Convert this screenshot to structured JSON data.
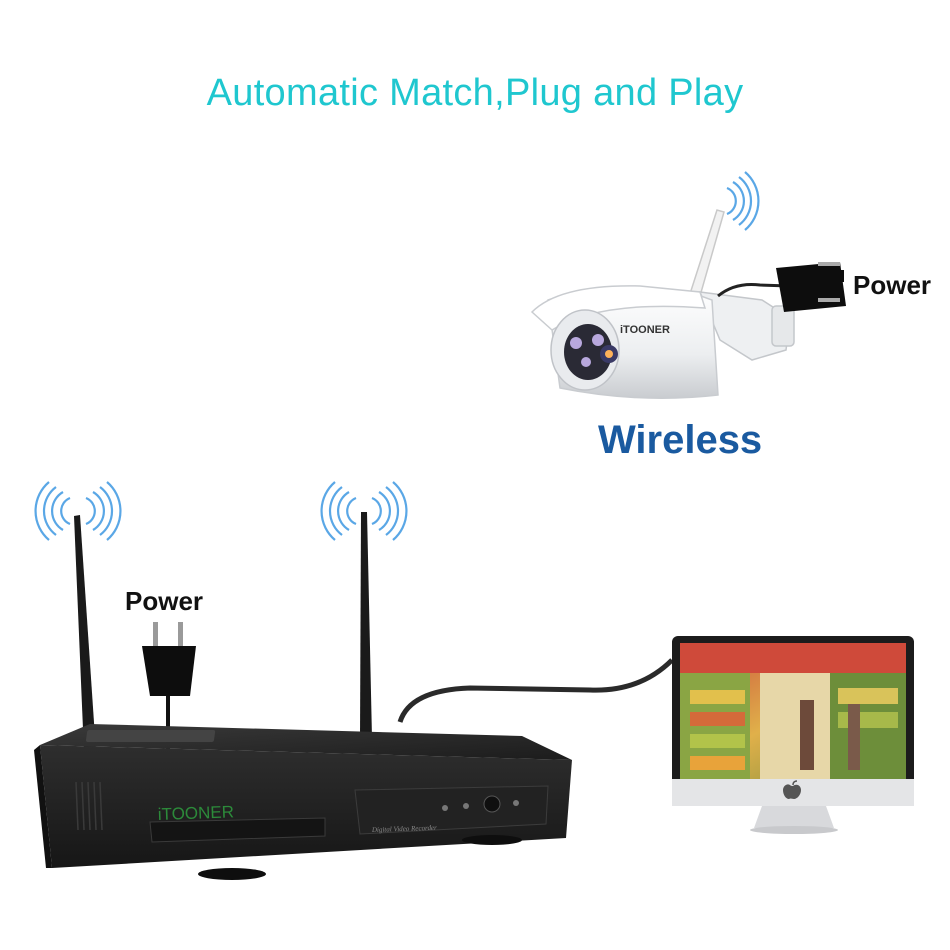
{
  "headline": "Automatic Match,Plug and Play",
  "camera": {
    "brand": "iTOONER",
    "power_label": "Power",
    "wireless_label": "Wireless"
  },
  "nvr": {
    "brand": "iTOONER",
    "model_text": "Digital Video Recorder",
    "power_label": "Power"
  },
  "colors": {
    "headline": "#1fc7cf",
    "wireless": "#1a5aa0",
    "signal": "#5aa7e6",
    "nvr_body": "#2b2b2b",
    "nvr_brand": "#2c8a3a"
  },
  "icons": [
    "wifi-signal-icon",
    "power-plug-icon",
    "apple-logo-icon"
  ]
}
